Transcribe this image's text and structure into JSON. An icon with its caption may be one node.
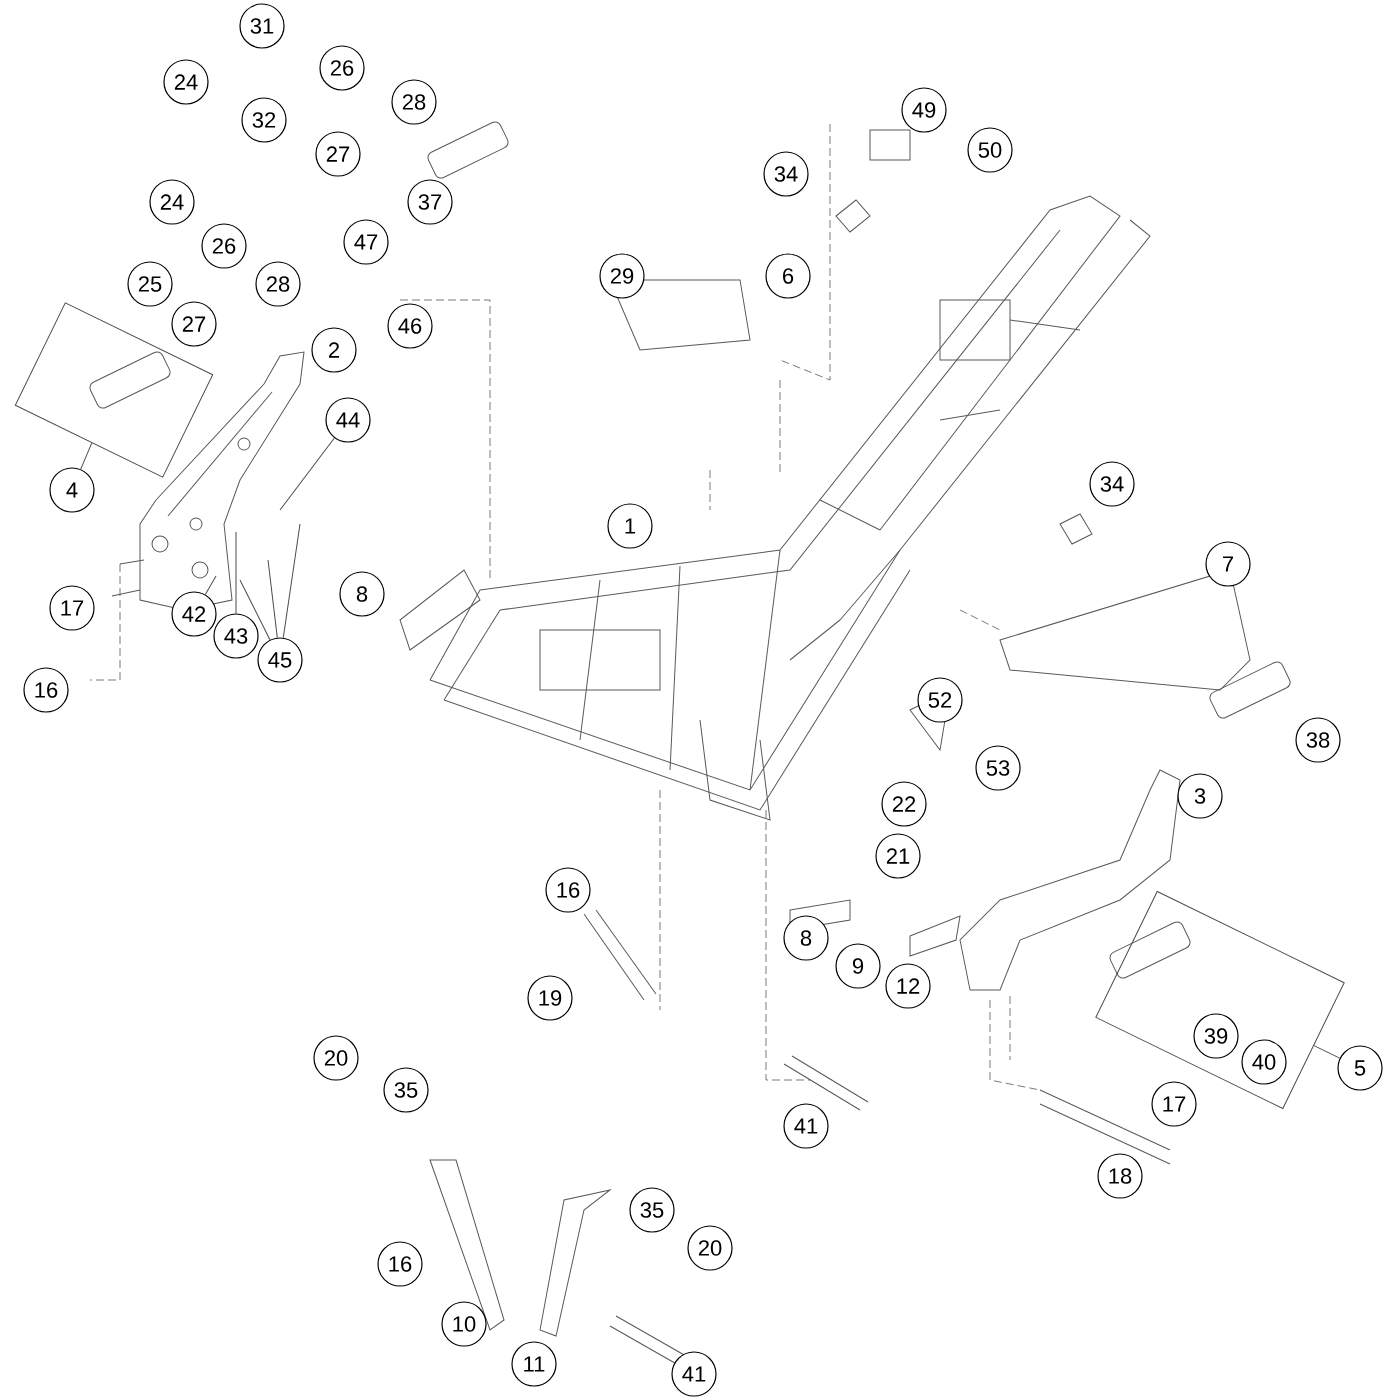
{
  "diagram": {
    "nodes": [
      {
        "text": [
          "1"
        ]
      },
      {
        "text": [
          "2"
        ]
      },
      {
        "text": [
          "3"
        ]
      },
      {
        "text": [],
        "shape": "box"
      },
      {
        "text": [
          "4"
        ]
      },
      {
        "text": [],
        "shape": "box"
      },
      {
        "text": [
          "5"
        ]
      },
      {
        "text": [
          "6"
        ]
      },
      {
        "text": [
          "7"
        ]
      },
      {
        "text": [
          "8"
        ]
      },
      {
        "text": [
          "8"
        ]
      },
      {
        "text": [
          "9"
        ]
      },
      {
        "text": [
          "10"
        ]
      },
      {
        "text": [
          "11"
        ]
      },
      {
        "text": [
          "12"
        ]
      },
      {
        "text": [
          "16"
        ]
      },
      {
        "text": [
          "16"
        ]
      },
      {
        "text": [
          "16"
        ]
      },
      {
        "text": [
          "17"
        ]
      },
      {
        "text": [
          "17"
        ]
      },
      {
        "text": [
          "18"
        ]
      },
      {
        "text": [
          "19"
        ]
      },
      {
        "text": [
          "20"
        ]
      },
      {
        "text": [
          "20"
        ]
      },
      {
        "text": [
          "21"
        ]
      },
      {
        "text": [
          "22"
        ]
      },
      {
        "text": [
          "24"
        ]
      },
      {
        "text": [
          "24"
        ]
      },
      {
        "text": [
          "25"
        ]
      },
      {
        "text": [
          "26"
        ]
      },
      {
        "text": [
          "26"
        ]
      },
      {
        "text": [
          "27"
        ]
      },
      {
        "text": [
          "27"
        ]
      },
      {
        "text": [
          "28"
        ]
      },
      {
        "text": [
          "28"
        ]
      },
      {
        "text": [
          "29"
        ]
      },
      {
        "text": [
          "31"
        ]
      },
      {
        "text": [
          "32"
        ]
      },
      {
        "text": [
          "34"
        ]
      },
      {
        "text": [
          "34"
        ]
      },
      {
        "text": [
          "35"
        ]
      },
      {
        "text": [
          "35"
        ]
      },
      {
        "text": [
          "37"
        ]
      },
      {
        "text": [
          "38"
        ]
      },
      {
        "text": [
          "39"
        ],
        "in": 5
      },
      {
        "text": [
          "40"
        ],
        "in": 5
      },
      {
        "text": [
          "41"
        ]
      },
      {
        "text": [
          "41"
        ]
      },
      {
        "text": [
          "42"
        ]
      },
      {
        "text": [
          "43"
        ]
      },
      {
        "text": [
          "44"
        ]
      },
      {
        "text": [
          "45"
        ]
      },
      {
        "text": [
          "46"
        ]
      },
      {
        "text": [
          "47"
        ]
      },
      {
        "text": [
          "49"
        ]
      },
      {
        "text": [
          "50"
        ]
      },
      {
        "text": [
          "52"
        ]
      },
      {
        "text": [
          "53"
        ]
      }
    ],
    "edges": [
      {
        "from": 4,
        "to": 3,
        "arrow": "none"
      },
      {
        "from": 6,
        "to": 5,
        "arrow": "none"
      },
      {
        "from": 50,
        "to": null,
        "arrow": "none"
      },
      {
        "from": 51,
        "to": null,
        "arrow": "none"
      },
      {
        "from": 51,
        "to": null,
        "arrow": "none"
      },
      {
        "from": 51,
        "to": null,
        "arrow": "none"
      },
      {
        "from": 48,
        "to": null,
        "arrow": "none"
      },
      {
        "from": 49,
        "to": null,
        "arrow": "none"
      }
    ]
  }
}
